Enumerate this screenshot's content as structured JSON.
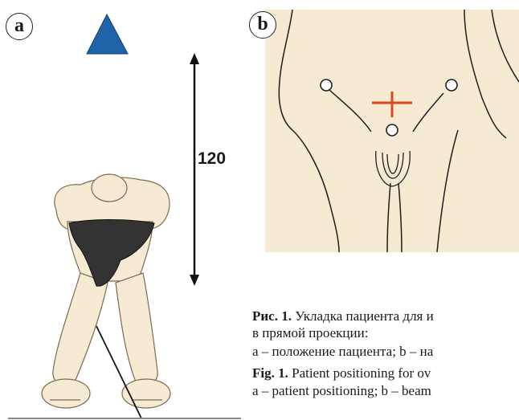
{
  "panel_a": {
    "letter": "a",
    "distance": "120"
  },
  "panel_b": {
    "letter": "b"
  },
  "caption": {
    "ru_label": "Рис. 1.",
    "ru_line1": " Укладка пациента для и",
    "ru_line2": "в прямой проекции:",
    "ru_line3": "а – положение пациента; b – на",
    "en_label": "Fig. 1.",
    "en_line1": " Patient positioning for ov",
    "en_line2": "a – patient positioning; b – beam"
  },
  "colors": {
    "triangle": "#1f64a8",
    "skin": "#f6ead2",
    "underwear": "#333333",
    "cross": "#e0461e"
  }
}
